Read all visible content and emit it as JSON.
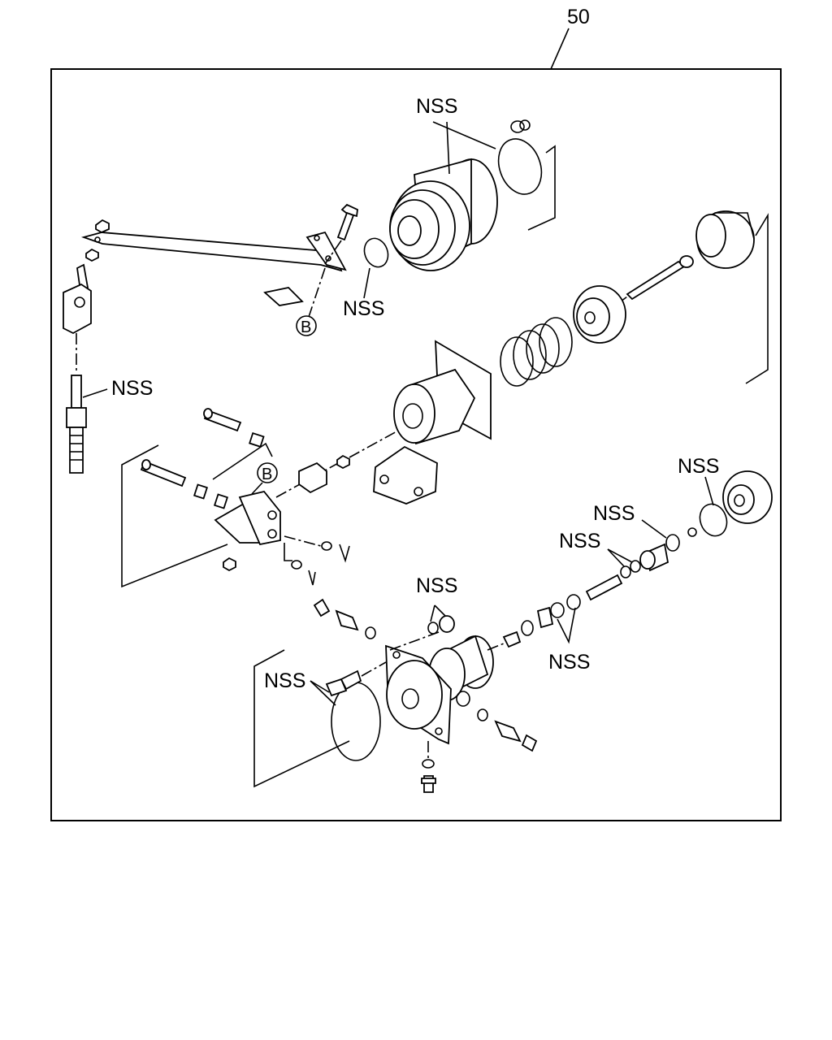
{
  "diagram": {
    "assembly_number": "50",
    "reference_letter": "B",
    "callouts": [
      {
        "id": "cap-ring",
        "label": "NSS"
      },
      {
        "id": "o-ring-top",
        "label": "NSS"
      },
      {
        "id": "cable",
        "label": "NSS"
      },
      {
        "id": "seal-right",
        "label": "NSS"
      },
      {
        "id": "o-ring-right",
        "label": "NSS"
      },
      {
        "id": "washers-right",
        "label": "NSS"
      },
      {
        "id": "nut-center",
        "label": "NSS"
      },
      {
        "id": "washers-bottom",
        "label": "NSS"
      },
      {
        "id": "gasket-bolt",
        "label": "NSS"
      }
    ]
  }
}
